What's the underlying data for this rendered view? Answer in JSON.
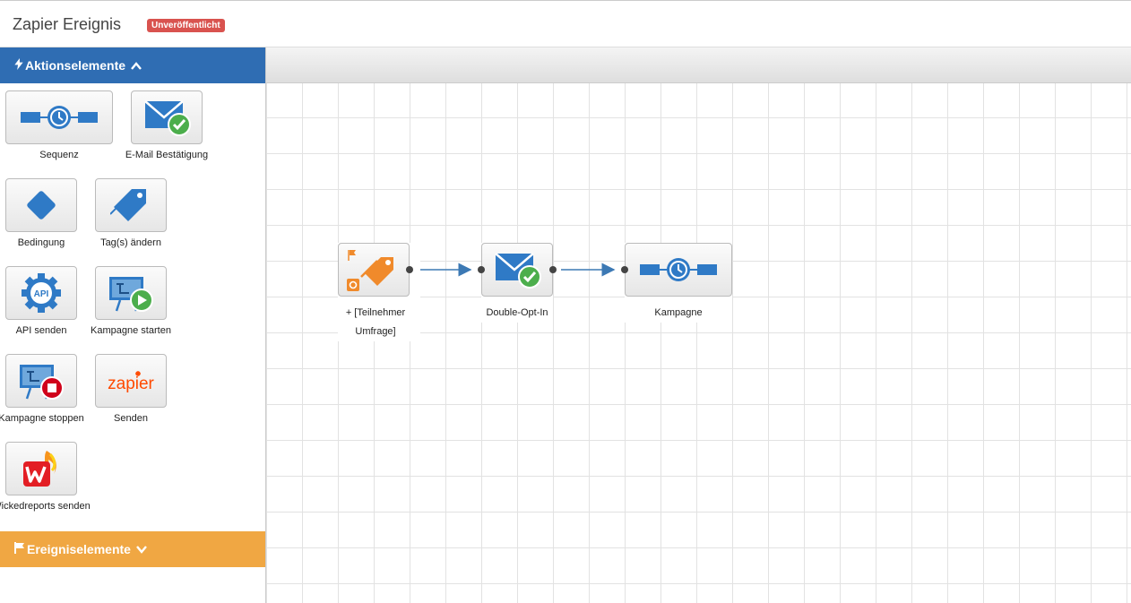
{
  "header": {
    "title": "Zapier Ereignis",
    "status_badge": "Unveröffentlicht"
  },
  "sidebar": {
    "action_section": {
      "label": "Aktionselemente",
      "icon": "bolt-icon",
      "expanded": true
    },
    "event_section": {
      "label": "Ereigniselemente",
      "icon": "flag-icon",
      "expanded": false
    },
    "tiles": [
      {
        "label": "Sequenz",
        "icon": "sequence-timer-icon"
      },
      {
        "label": "E-Mail Bestätigung",
        "icon": "email-confirm-icon"
      },
      {
        "label": "Bedingung",
        "icon": "diamond-condition-icon"
      },
      {
        "label": "Tag(s) ändern",
        "icon": "tag-icon"
      },
      {
        "label": "API senden",
        "icon": "api-gear-icon"
      },
      {
        "label": "Kampagne starten",
        "icon": "campaign-start-icon"
      },
      {
        "label": "Kampagne stoppen",
        "icon": "campaign-stop-icon"
      },
      {
        "label": "Senden",
        "icon": "zapier-logo"
      },
      {
        "label": "Wickedreports senden",
        "icon": "wickedreports-logo"
      }
    ]
  },
  "zapier_logo_text": "zapier",
  "workflow": {
    "nodes": [
      {
        "label_line1": "+ [Teilnehmer",
        "label_line2": "Umfrage]",
        "icon": "tag-trigger-icon"
      },
      {
        "label": "Double-Opt-In",
        "icon": "email-confirm-icon"
      },
      {
        "label": "Kampagne",
        "icon": "sequence-timer-icon"
      }
    ]
  },
  "colors": {
    "action_header": "#2f6db3",
    "event_header": "#f0a743",
    "badge": "#d9534f",
    "icon_blue": "#2f7ac6",
    "icon_orange": "#f08a2b",
    "check_green": "#4cae4c"
  }
}
